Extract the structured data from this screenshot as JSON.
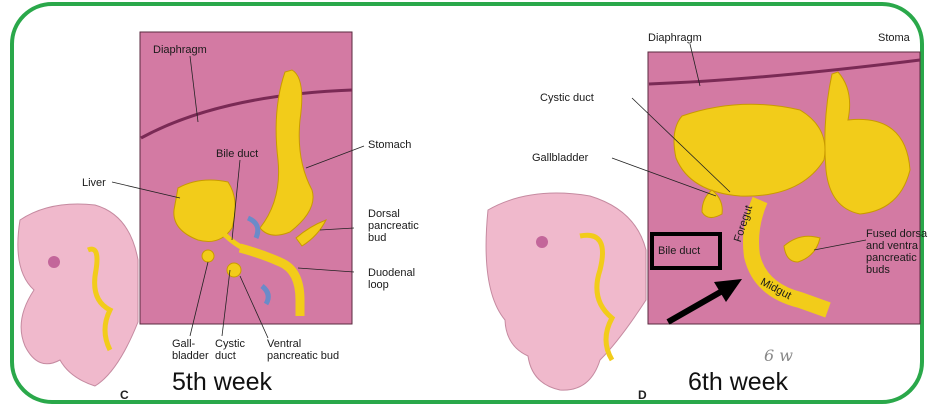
{
  "colors": {
    "border": "#2aa84a",
    "panel": "#d37aa3",
    "organ": "#f2cc1a",
    "organ_edge": "#c99a00",
    "embryo": "#f0b9cc",
    "highlight": "#000000"
  },
  "left_panel": {
    "letter": "C",
    "caption": "5th week",
    "labels": {
      "diaphragm": "Diaphragm",
      "bile_duct": "Bile duct",
      "stomach": "Stomach",
      "liver": "Liver",
      "dorsal_pancreatic_bud": "Dorsal\npancreatic\nbud",
      "duodenal_loop": "Duodenal\nloop",
      "gallbladder": "Gall-\nbladder",
      "cystic_duct": "Cystic\nduct",
      "ventral_pancreatic_bud": "Ventral\npancreatic bud"
    }
  },
  "right_panel": {
    "letter": "D",
    "caption": "6th week",
    "labels": {
      "diaphragm": "Diaphragm",
      "stomach": "Stoma",
      "cystic_duct": "Cystic duct",
      "gallbladder": "Gallbladder",
      "bile_duct": "Bile duct",
      "foregut": "Foregut",
      "midgut": "Midgut",
      "fused_buds": "Fused dorsa\nand ventra\npancreatic\nbuds"
    },
    "annotation": "6 w"
  }
}
